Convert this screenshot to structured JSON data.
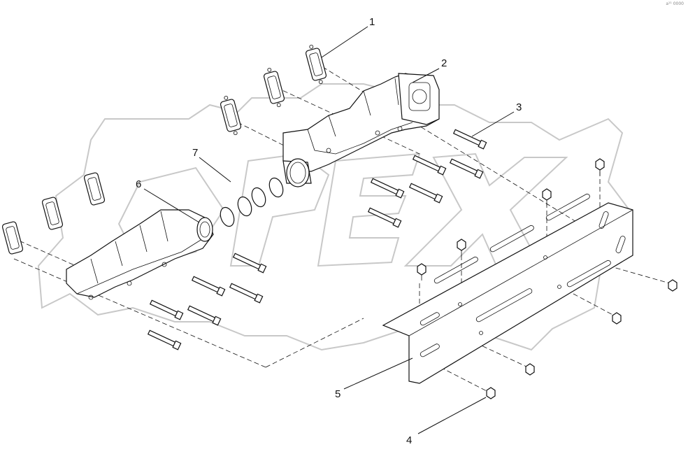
{
  "diagram": {
    "callouts": [
      "1",
      "2",
      "3",
      "4",
      "5",
      "6",
      "7"
    ],
    "watermark_text": "OPEX",
    "corner_mark": "a¹¹ 0000"
  }
}
